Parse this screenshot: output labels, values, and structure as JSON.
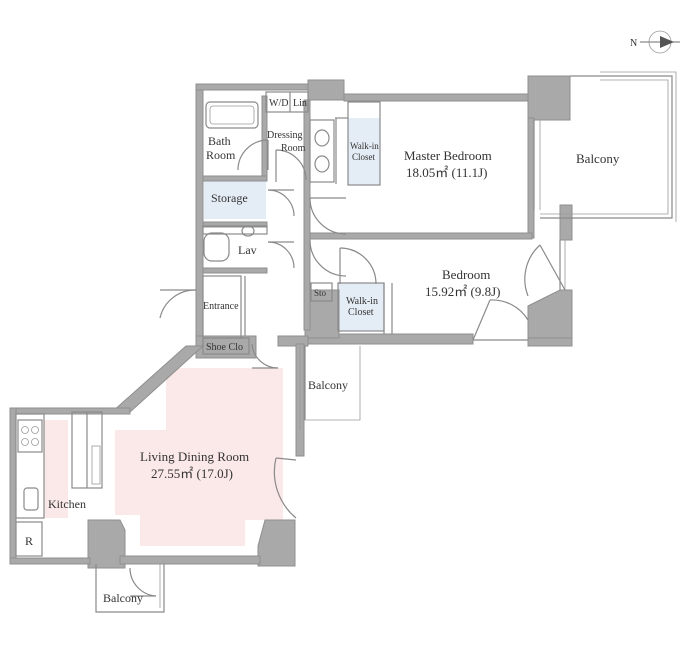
{
  "compass": {
    "label": "N"
  },
  "rooms": {
    "wd": "W/D",
    "lin": "Lin",
    "bath_1": "Bath",
    "bath_2": "Room",
    "dressing_1": "Dressing",
    "dressing_2": "Room",
    "walkin_master_1": "Walk-in",
    "walkin_master_2": "Closet",
    "master_bedroom": "Master Bedroom",
    "master_bedroom_area": "18.05㎡ (11.1J)",
    "balcony_master": "Balcony",
    "storage": "Storage",
    "lav": "Lav",
    "bedroom": "Bedroom",
    "bedroom_area": "15.92㎡ (9.8J)",
    "sto": "Sto",
    "walkin_bed_1": "Walk-in",
    "walkin_bed_2": "Closet",
    "entrance": "Entrance",
    "shoe_clo": "Shoe Clo",
    "balcony_mid": "Balcony",
    "living": "Living Dining Room",
    "living_area": "27.55㎡ (17.0J)",
    "kitchen": "Kitchen",
    "fridge": "R",
    "balcony_bottom": "Balcony"
  },
  "colors": {
    "living_fill": "#fbe8e8",
    "storage_fill": "#e4ecf5",
    "wall": "#a9a9a9"
  }
}
